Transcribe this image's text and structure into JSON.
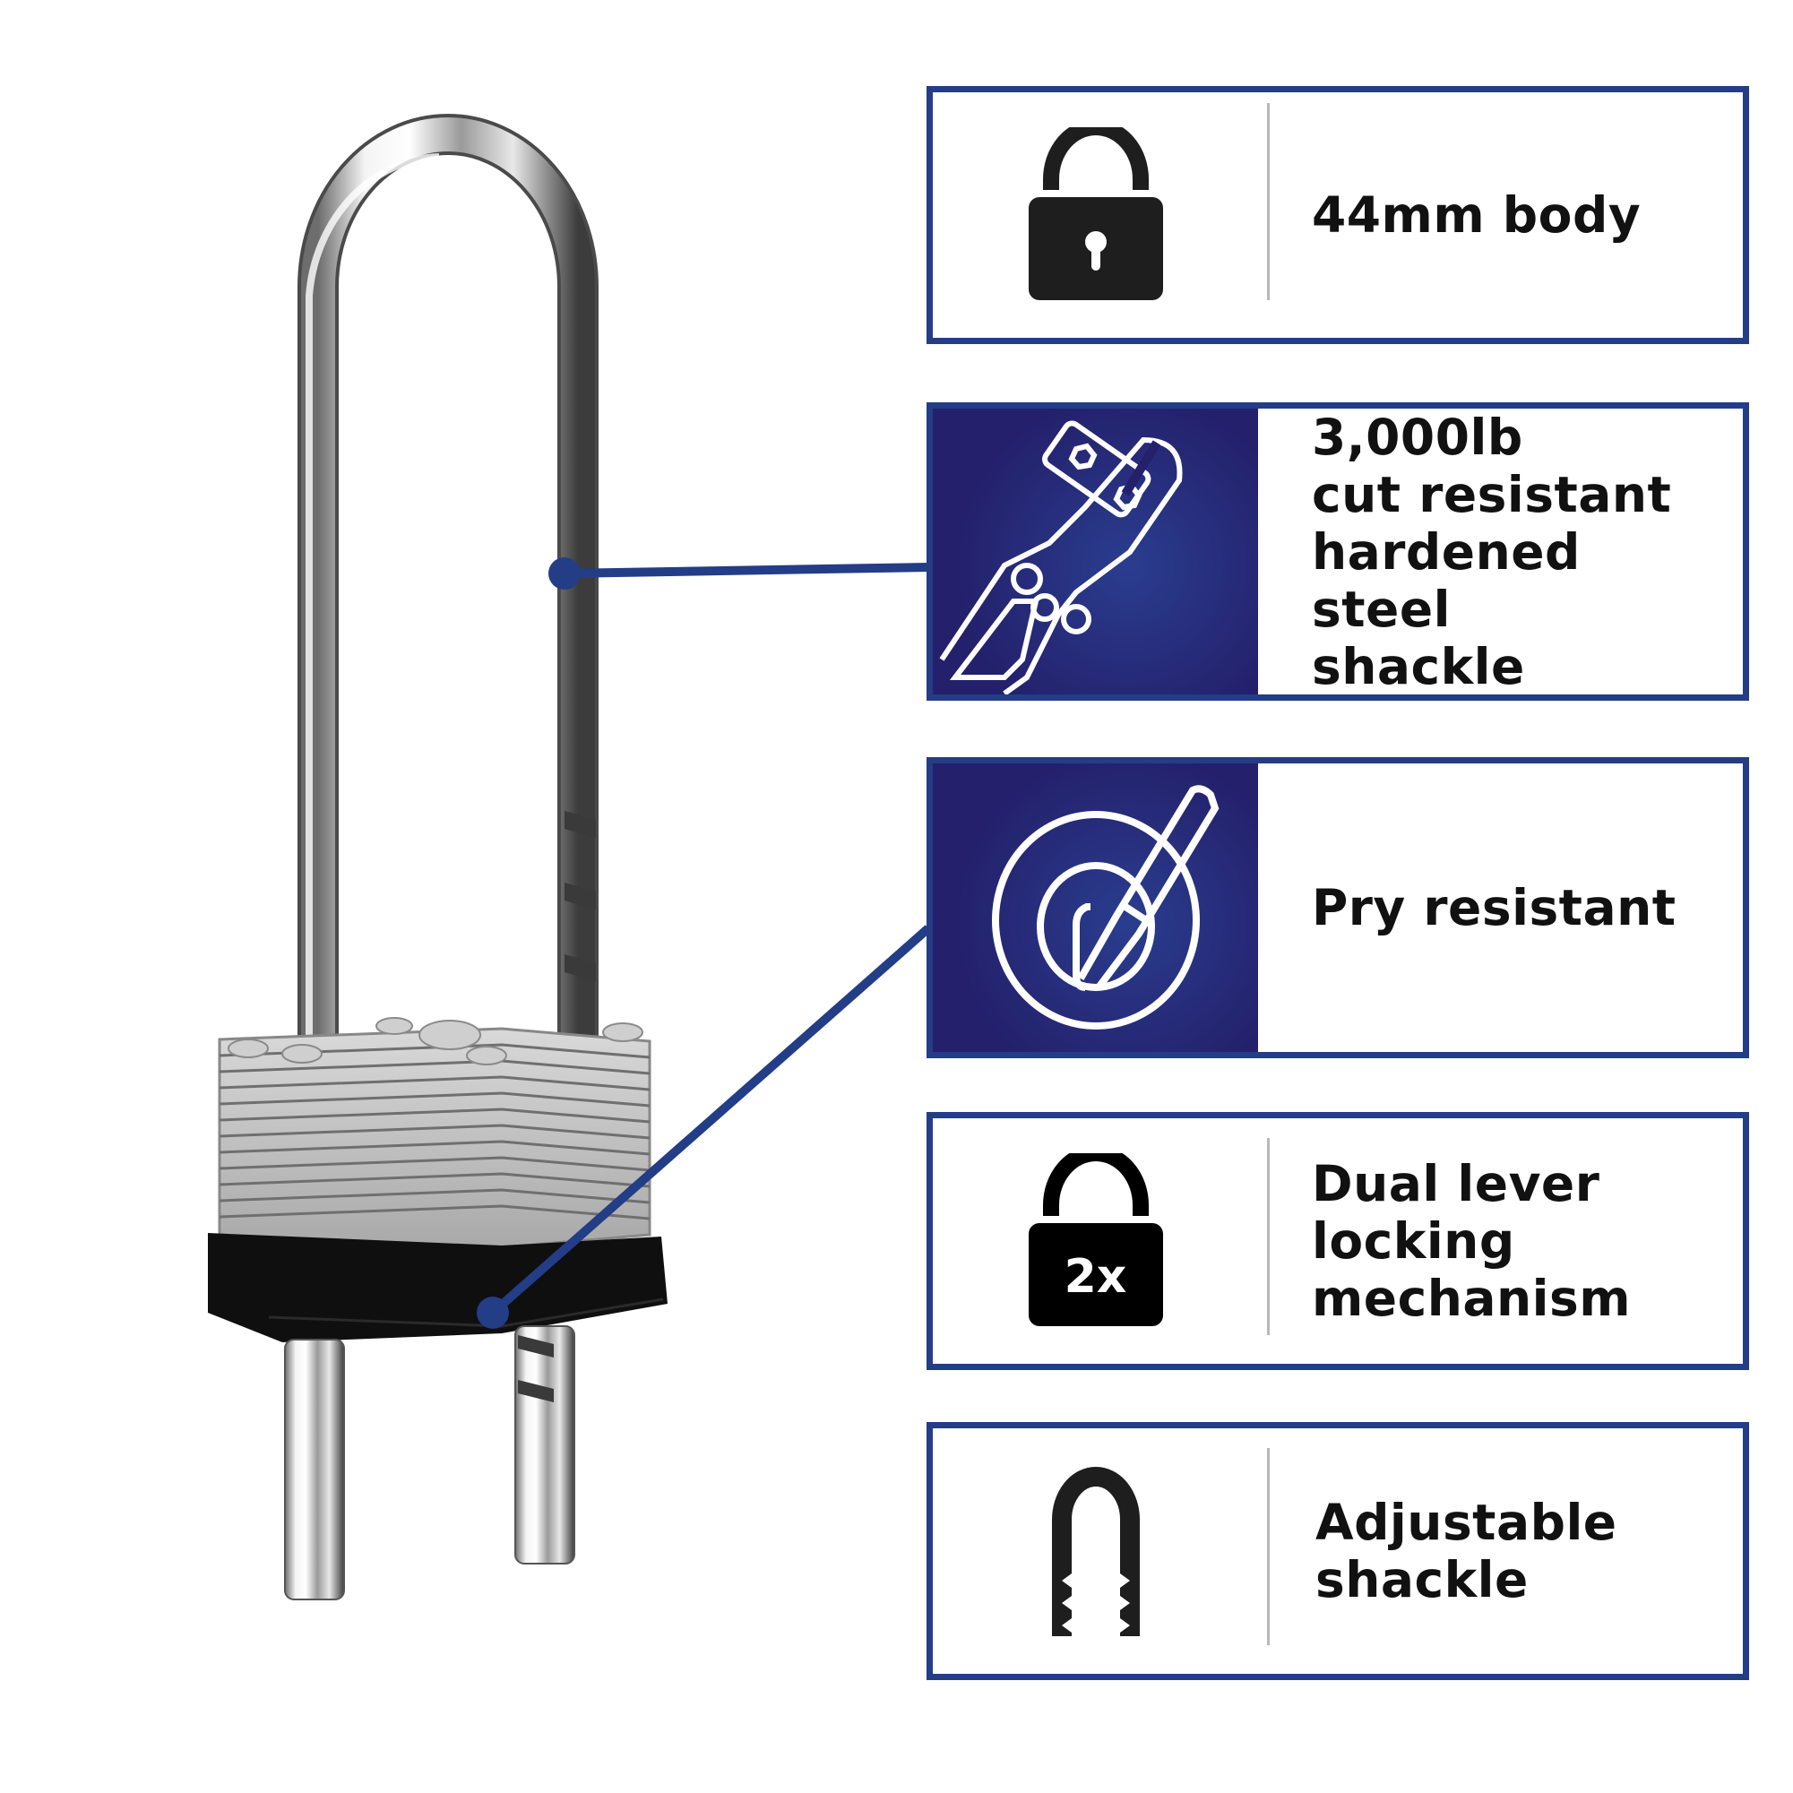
{
  "colors": {
    "accent_blue": "#233d86",
    "panel_navy": "#24206b",
    "icon_black": "#1e1e1e",
    "divider_gray": "#b8b8b8"
  },
  "product": {
    "name": "Laminated steel padlock with adjustable long shackle",
    "image_alt": "Chrome shackle padlock with laminated steel body and black rubber bumper"
  },
  "features": [
    {
      "icon": "padlock-keyhole-icon",
      "lines": [
        "44mm body"
      ],
      "style": "light"
    },
    {
      "icon": "bolt-cutter-icon",
      "lines": [
        "3,000lb",
        "cut resistant",
        "hardened steel",
        "shackle"
      ],
      "style": "dark"
    },
    {
      "icon": "pry-bar-target-icon",
      "lines": [
        "Pry resistant"
      ],
      "style": "dark"
    },
    {
      "icon": "padlock-2x-icon",
      "icon_label": "2x",
      "lines": [
        "Dual lever",
        "locking",
        "mechanism"
      ],
      "style": "light"
    },
    {
      "icon": "adjustable-shackle-icon",
      "lines": [
        "Adjustable",
        "shackle"
      ],
      "style": "light"
    }
  ]
}
